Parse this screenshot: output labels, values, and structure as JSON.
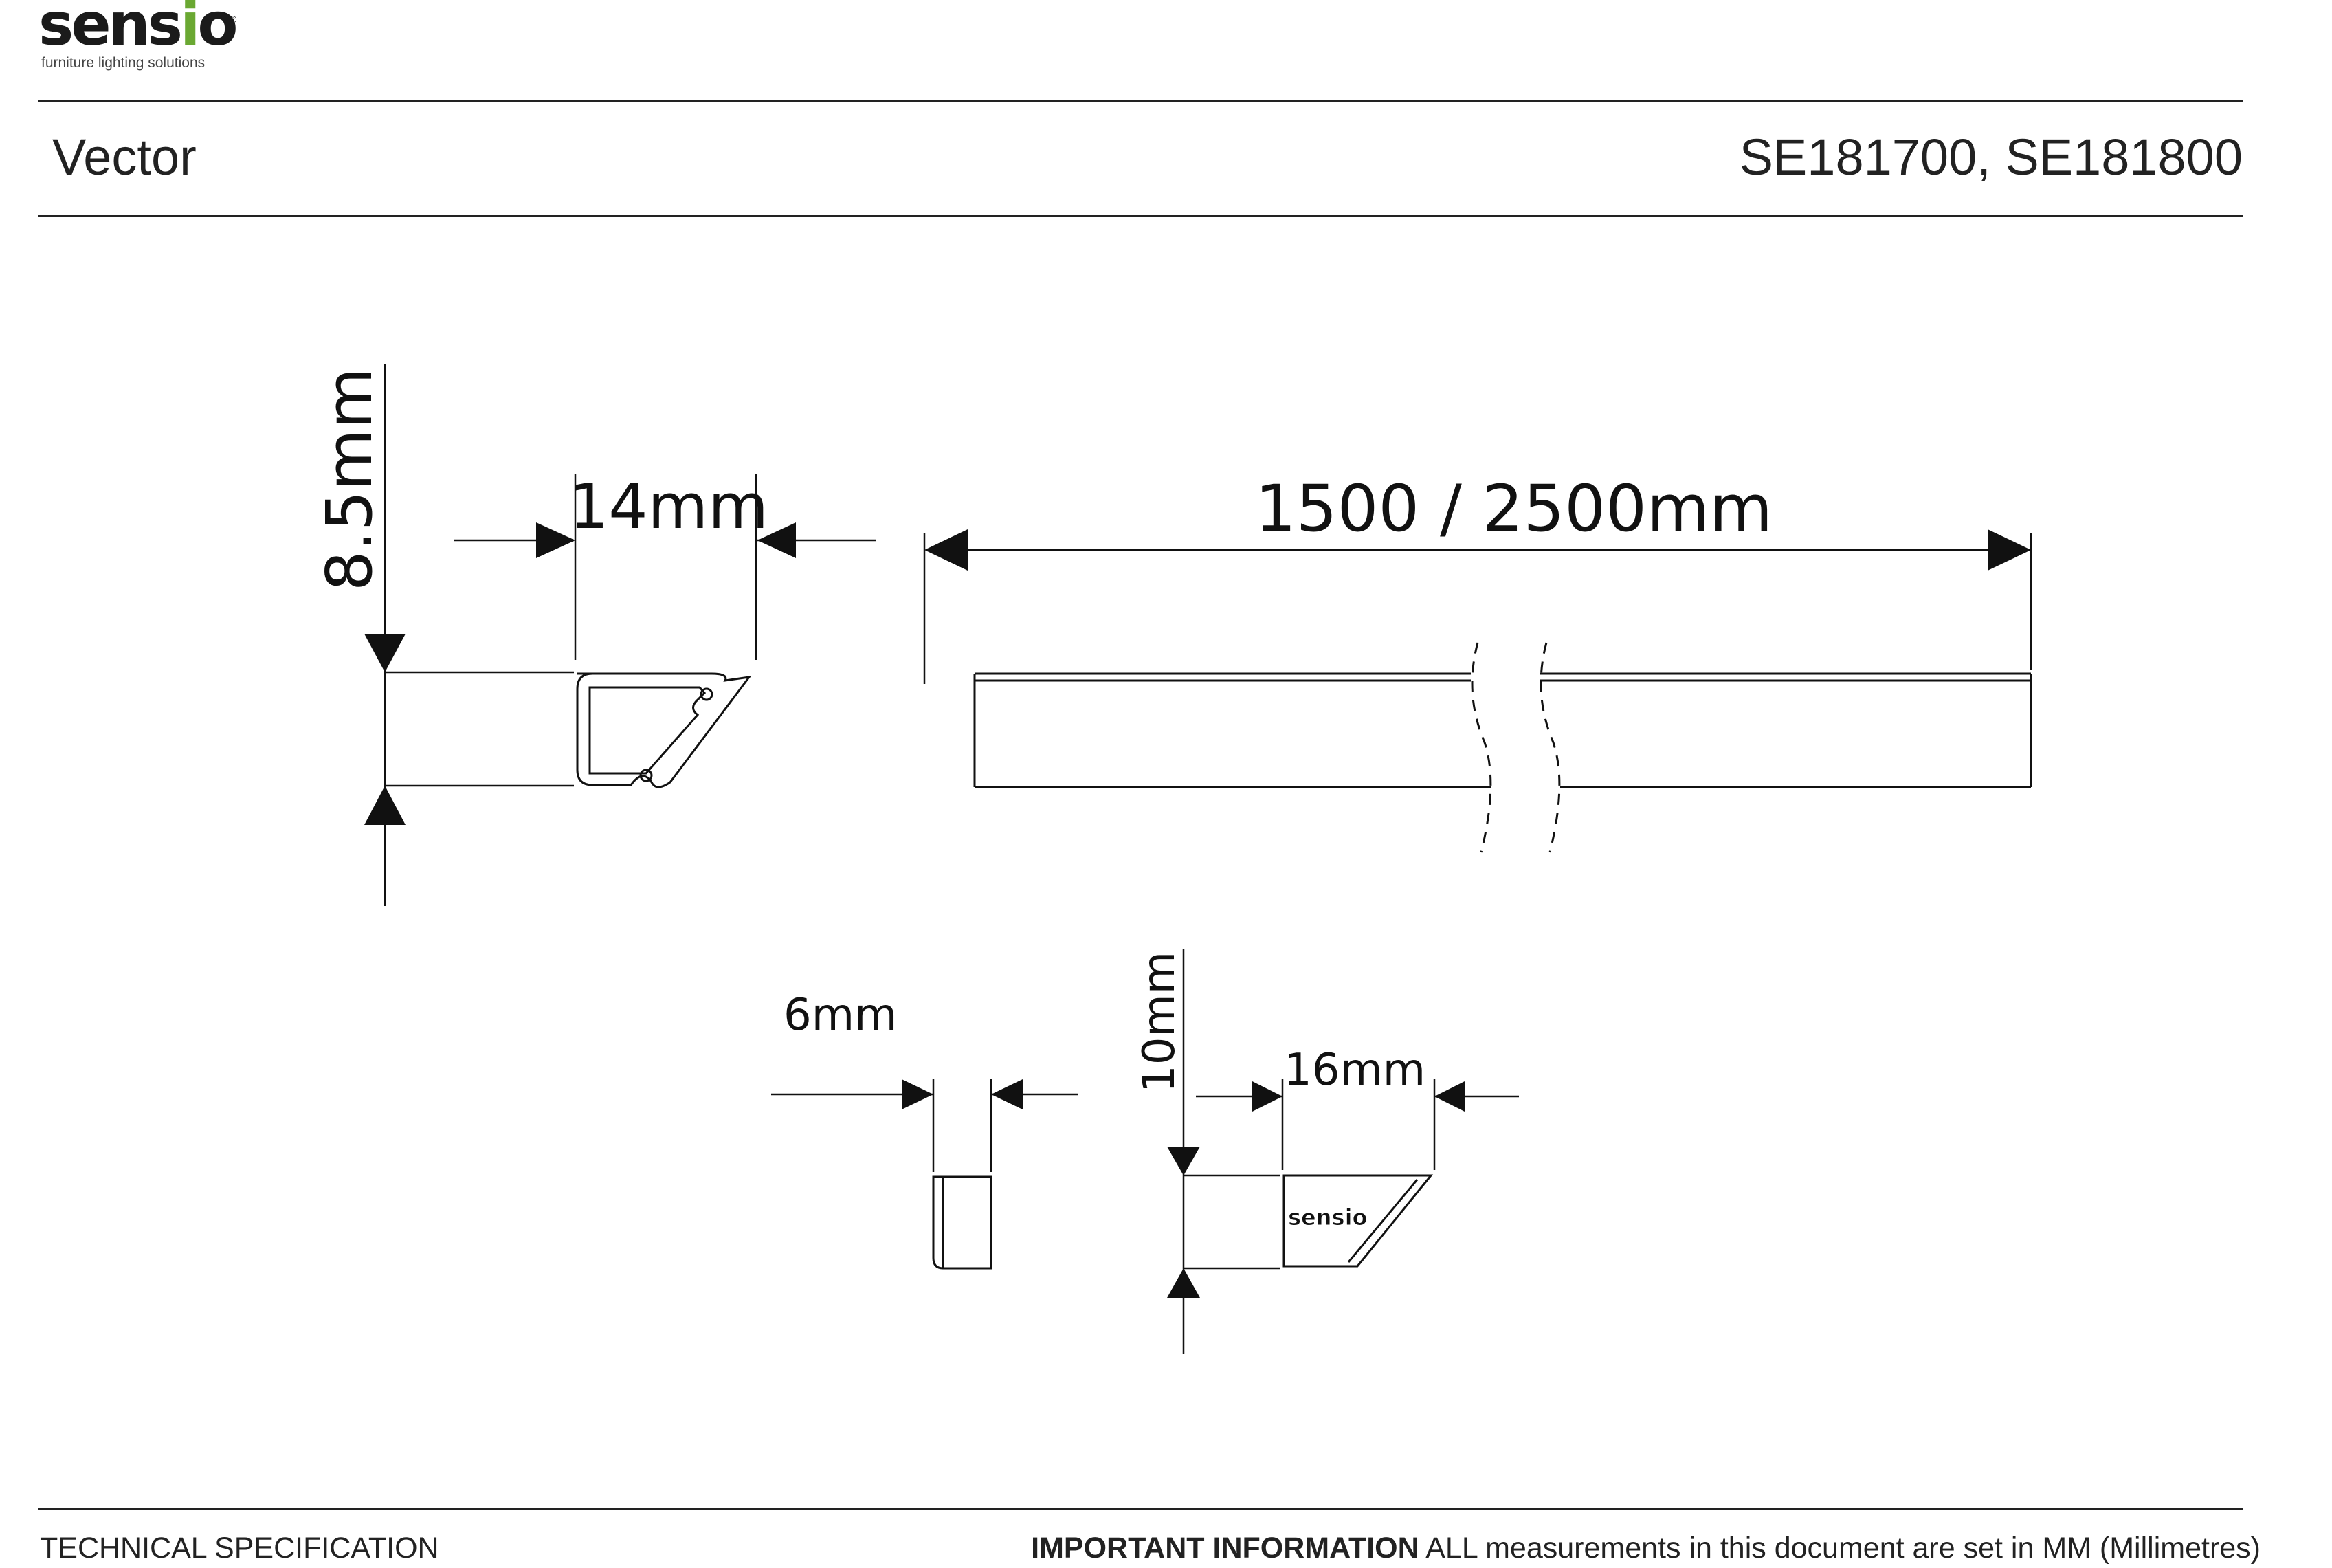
{
  "brand": {
    "name_prefix": "sens",
    "name_accent": "i",
    "name_suffix": "o",
    "registered_mark": "®",
    "tagline": "furniture lighting solutions",
    "accent_color": "#6aa832"
  },
  "header": {
    "product_name": "Vector",
    "product_codes": "SE181700, SE181800"
  },
  "drawing": {
    "profile_height": "8.5mm",
    "profile_width": "14mm",
    "profile_length": "1500 / 2500mm",
    "endcap_thickness": "6mm",
    "endcap_height": "10mm",
    "endcap_width": "16mm",
    "endcap_logo": "sensio"
  },
  "footer": {
    "section_label": "TECHNICAL SPECIFICATION",
    "notice_label": "IMPORTANT INFORMATION",
    "notice_text": "ALL measurements in this document are set in MM (Millimetres)"
  }
}
